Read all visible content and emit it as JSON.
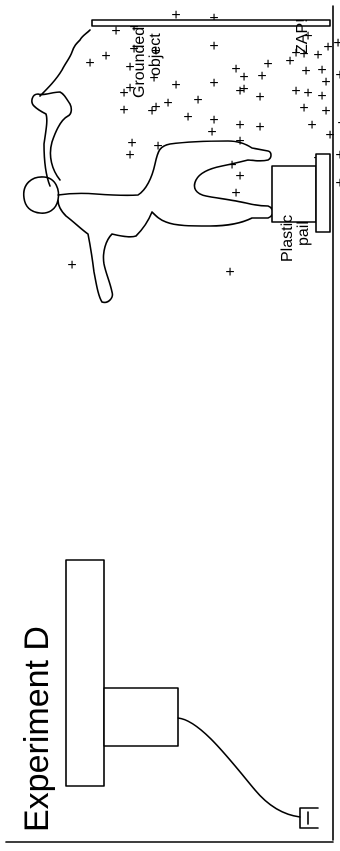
{
  "diagram": {
    "title": "Experiment D",
    "labels": {
      "zap": "ZAP!",
      "grounded_line1": "Grounded",
      "grounded_line2": "object",
      "plastic_line1": "Plastic",
      "plastic_line2": "pail"
    },
    "charge_symbol": "+"
  }
}
